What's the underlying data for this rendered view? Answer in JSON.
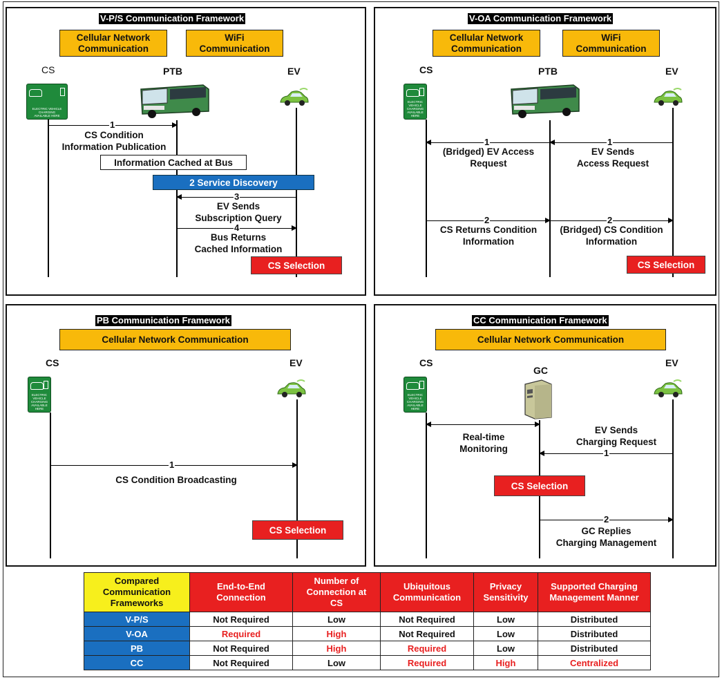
{
  "panels": {
    "vps": {
      "title": "V-P/S Communication Framework",
      "channel_a": "Cellular Network\nCommunication",
      "channel_b": "WiFi\nCommunication",
      "actors": [
        "CS",
        "PTB",
        "EV"
      ],
      "sign_caption": "ELECTRIC VEHICLE\nCHARGING\nAVAILABLE HERE",
      "steps": [
        {
          "num": "1",
          "label": "CS Condition\nInformation Publication"
        },
        {
          "num": "3",
          "label": "EV Sends\nSubscription Query"
        },
        {
          "num": "4",
          "label": "Bus Returns\nCached Information"
        }
      ],
      "cached_box": "Information Cached at Bus",
      "discovery_bar": "2 Service Discovery",
      "selection": "CS Selection"
    },
    "voa": {
      "title": "V-OA Communication Framework",
      "channel_a": "Cellular Network\nCommunication",
      "channel_b": "WiFi\nCommunication",
      "actors": [
        "CS",
        "PTB",
        "EV"
      ],
      "sign_caption": "ELECTRIC VEHICLE\nCHARGING\nAVAILABLE HERE",
      "steps": [
        {
          "num": "1",
          "label": "(Bridged) EV Access\nRequest"
        },
        {
          "num": "1",
          "label": "EV Sends\nAccess Request"
        },
        {
          "num": "2",
          "label": "CS Returns Condition\nInformation"
        },
        {
          "num": "2",
          "label": "(Bridged) CS Condition\nInformation"
        }
      ],
      "selection": "CS Selection"
    },
    "pb": {
      "title": "PB Communication Framework",
      "channel_a": "Cellular Network Communication",
      "actors": [
        "CS",
        "EV"
      ],
      "sign_caption": "ELECTRIC VEHICLE\nCHARGING\nAVAILABLE HERE",
      "steps": [
        {
          "num": "1",
          "label": "CS Condition Broadcasting"
        }
      ],
      "selection": "CS Selection"
    },
    "cc": {
      "title": "CC Communication Framework",
      "channel_a": "Cellular Network Communication",
      "actors": [
        "CS",
        "GC",
        "EV"
      ],
      "sign_caption": "ELECTRIC VEHICLE\nCHARGING\nAVAILABLE HERE",
      "monitoring": "Real-time\nMonitoring",
      "steps": [
        {
          "num": "1",
          "label": "EV Sends\nCharging Request"
        },
        {
          "num": "2",
          "label": "GC Replies\nCharging Management"
        }
      ],
      "selection": "CS Selection"
    }
  },
  "table": {
    "headers": [
      "Compared\nCommunication\nFrameworks",
      "End-to-End\nConnection",
      "Number of\nConnection at\nCS",
      "Ubiquitous\nCommunication",
      "Privacy\nSensitivity",
      "Supported Charging\nManagement Manner"
    ],
    "rows": [
      {
        "name": "V-P/S",
        "cells": [
          "Not Required",
          "Low",
          "Not Required",
          "Low",
          "Distributed"
        ],
        "red": [
          false,
          false,
          false,
          false,
          false
        ]
      },
      {
        "name": "V-OA",
        "cells": [
          "Required",
          "High",
          "Not Required",
          "Low",
          "Distributed"
        ],
        "red": [
          true,
          true,
          false,
          false,
          false
        ]
      },
      {
        "name": "PB",
        "cells": [
          "Not Required",
          "High",
          "Required",
          "Low",
          "Distributed"
        ],
        "red": [
          false,
          true,
          true,
          false,
          false
        ]
      },
      {
        "name": "CC",
        "cells": [
          "Not Required",
          "Low",
          "Required",
          "High",
          "Centralized"
        ],
        "red": [
          false,
          false,
          true,
          true,
          true
        ]
      }
    ]
  },
  "colors": {
    "channel": "#f8b90a",
    "selection": "#e82020",
    "header_red": "#e82020",
    "corner": "#f7ef1c",
    "row_header": "#1a6fc0",
    "sign": "#1f8a3b"
  }
}
